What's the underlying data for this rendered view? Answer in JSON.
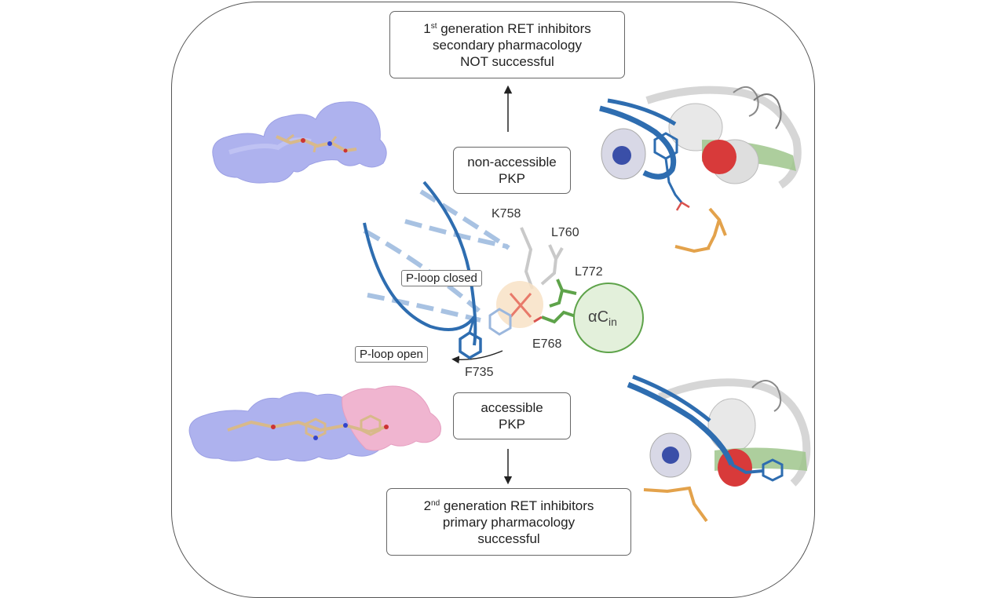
{
  "top_box": {
    "line1_pre": "1",
    "line1_sup": "st",
    "line1_post": " generation RET inhibitors",
    "line2": "secondary pharmacology",
    "line3": "NOT successful"
  },
  "bottom_box": {
    "line1_pre": "2",
    "line1_sup": "nd",
    "line1_post": " generation RET inhibitors",
    "line2": "primary pharmacology",
    "line3": "successful"
  },
  "non_accessible_box": {
    "line1": "non-accessible",
    "line2": "PKP"
  },
  "accessible_box": {
    "line1": "accessible",
    "line2": "PKP"
  },
  "residues": {
    "k758": "K758",
    "l760": "L760",
    "l772": "L772",
    "e768": "E768",
    "f735": "F735"
  },
  "loop_tags": {
    "closed": "P-loop closed",
    "open": "P-loop open"
  },
  "helix": {
    "main": "αC",
    "sub": "in"
  },
  "colors": {
    "strand_blue": "#2e6db0",
    "helix_green": "#5ea34a",
    "helix_fill": "#e3f0db",
    "surface_purple": "#aab0ec",
    "surface_pink": "#f0b4cf",
    "ligand_tan": "#d8b98a",
    "orange": "#e3a24b",
    "red": "#d94040",
    "gray_residue": "#c9c9c9"
  }
}
